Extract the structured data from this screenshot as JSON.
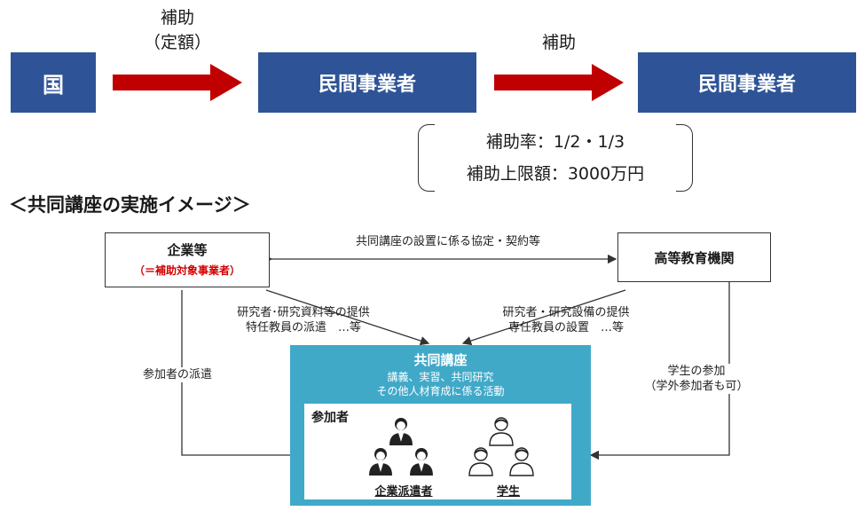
{
  "top_flow": {
    "box_country": "国",
    "box_private_1": "民間事業者",
    "box_private_2": "民間事業者",
    "arrow1_label_line1": "補助",
    "arrow1_label_line2": "（定額）",
    "arrow2_label": "補助",
    "subsidy_rate": "補助率：1/2・1/3",
    "subsidy_limit": "補助上限額：3000万円"
  },
  "section_heading": "＜共同講座の実施イメージ＞",
  "diagram": {
    "company_title": "企業等",
    "company_subtitle": "（＝補助対象事業者）",
    "university_title": "高等教育機関",
    "agreement_label": "共同講座の設置に係る協定・契約等",
    "company_provide_line1": "研究者･研究資料等の提供",
    "company_provide_line2": "特任教員の派遣　…等",
    "univ_provide_line1": "研究者・研究設備の提供",
    "univ_provide_line2": "専任教員の設置　…等",
    "dispatch_participants": "参加者の派遣",
    "student_participation_line1": "学生の参加",
    "student_participation_line2": "（学外参加者も可）",
    "course_title": "共同講座",
    "course_desc_line1": "講義、実習、共同研究",
    "course_desc_line2": "その他人材育成に係る活動",
    "participants_label": "参加者",
    "company_dispatched_label": "企業派遣者",
    "students_label": "学生"
  },
  "colors": {
    "box_blue": "#2e5497",
    "arrow_red": "#c00000",
    "course_teal": "#41a9c8",
    "subtitle_red": "#d40000"
  }
}
